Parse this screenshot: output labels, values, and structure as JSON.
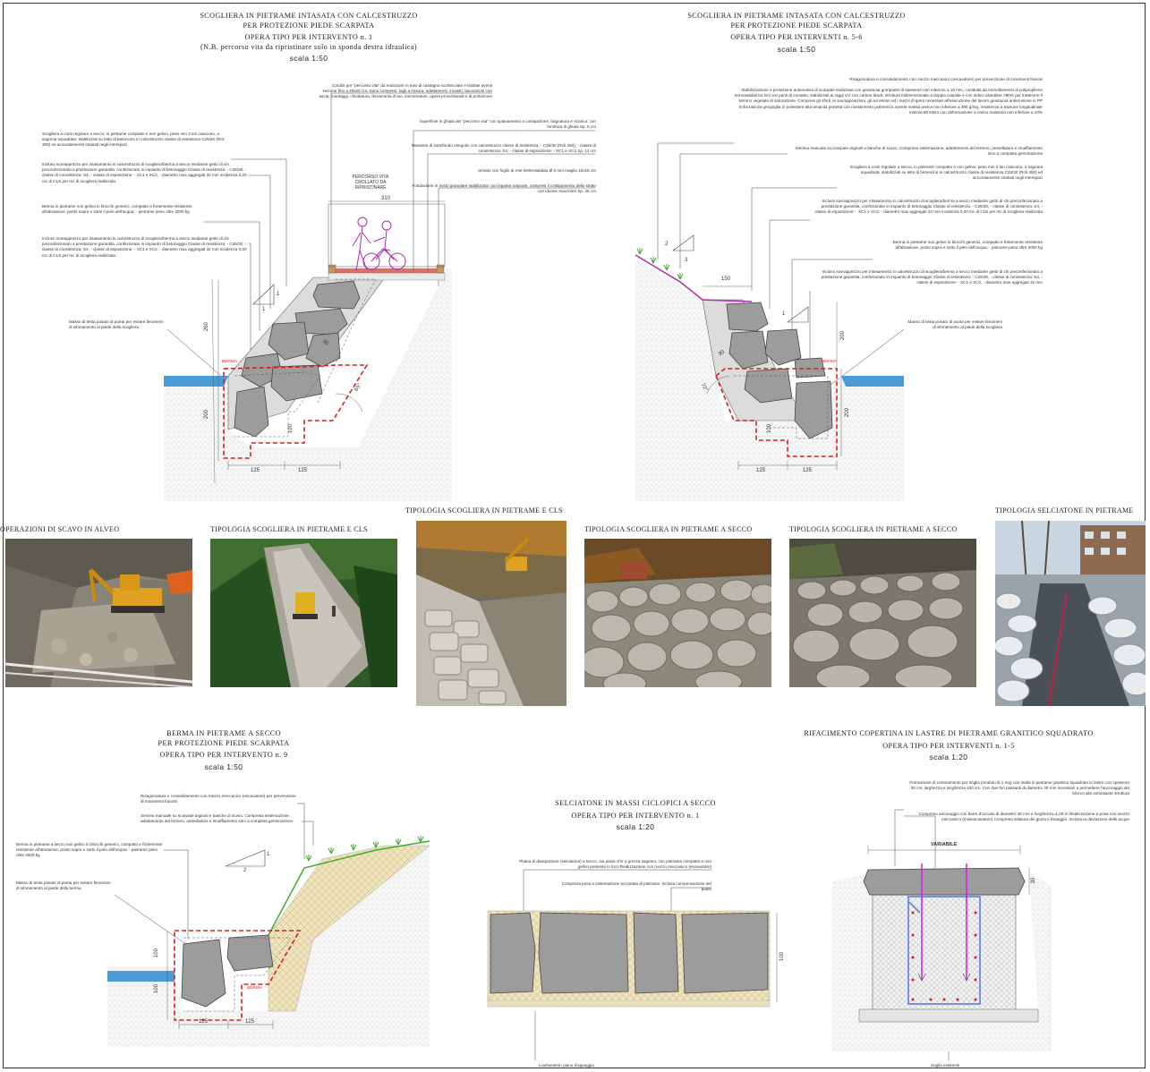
{
  "drawings": {
    "d1": {
      "title1": "SCOGLIERA IN PIETRAME INTASATA CON CALCESTRUZZO",
      "title2": "PER PROTEZIONE PIEDE SCARPATA",
      "title3": "OPERA TIPO PER INTERVENTO n. 1",
      "title4": "(N.B. percorso vita da ripristinare solo in sponda destra idraulica)",
      "scale": "scala 1:50",
      "notes": [
        "Scogliera a corsi regolare a secco, in pietrame compatto e non gelivo, peso min 3 ton ciascuno, a sagoma squadrata, stabilizzati su letto di betoncino in calcestruzzo classe di resistenza C25/30 (Rck 300) ed accuratamente intasati negli interspazi",
        "Incluso sovrapprezzo per intasamento in calcestruzzo di scogliera/berma a secco mediante getto di cls preconfezionato a prestazione garantita, confezionato in impianto di betonaggio Classe di resistenza: - C25/30, - classe di consistenza: S4, - classe di esposizione: - XC1 e XC2, - diametro max aggregati 32 mm incidenza 0,20 mc di CLS per mc di scogliera realizzata",
        "Berma in pietrame non gelivo in blocchi generici, compatto e fortemente resistente all'abrasione, posto sopra e sotto il pelo dell'acqua: - pietrame peso oltre 2000 kg",
        "Incluso sovrapprezzo per intasamento in calcestruzzo di scogliera/berma a secco mediante getto di cls preconfezionato a prestazione garantita, confezionato in impianto di betonaggio Classe di resistenza: - C25/30, - classe di consistenza: S4, - classe di esposizione: - XC1 e XC2, - diametro max aggregati 32 mm incidenza 0,20 mc di CLS per mc di scogliera realizzata",
        "Cordoli per \"percorso vita\" da realizzare in travi di castagno scortecciate e trattate aventi sezione fino a 20x25 cm. Sono compresi: tagli a misura, adattamenti, incastri, lavorazioni con ascia, montaggi, chiodatura, ferramenta d'uso, immorsature, opere provvisionali e di protezione",
        "Superficie in ghiaia del \"percorso vita\" con spianamento e costipazione, bagnatura e ricarica; con fornitura di ghiaia Sp. 5 cm",
        "Massetto di sottofondo eseguito con calcestruzzo classe di resistenza: - C25/30 (Rck 250), - classe di consistenza: S4, - classe di esposizione: - XC1 e XC2 Sp. 12 cm",
        "armato con foglio di rete elettrosaldata Ø 8 mm maglia 15x15 cm",
        "Fondazione in misto granulare stabilizzato con legante naturale, compresi il costipamento dello strato con idonee macchine Sp. 25 cm",
        "Masso di testa posato di punta per evitare fenomeni di sifonamento al piede della scogliera"
      ],
      "labels": {
        "path": "PERCORSO VITA CROLLATO DA RIPRISTINARE",
        "width": "310",
        "berma": "BERMA",
        "d260": "260",
        "d200": "200",
        "d30": "30",
        "d100": "100",
        "d125a": "125",
        "d125b": "125",
        "angle": "65°",
        "slope1": "1",
        "slope2": "1"
      }
    },
    "d2": {
      "title1": "SCOGLIERA IN PIETRAME INTASATA CON CALCESTRUZZO",
      "title2": "PER PROTEZIONE PIEDE SCARPATA",
      "title3": "OPERA TIPO PER INTERVENTI n. 5-6",
      "scale": "scala 1:50",
      "notes": [
        "Risagomatura e consolidamento con mezzo meccanico (escavatore) per prevenzione di movimenti franosi",
        "Stabilizzazione e protezione antierosiva di scarpate realizzata con geostuoia grimpante di spessore non inferiore a 15 mm, costituita da monofilamenti di polipropilene termosaldati tra loro nei punti di contatto, stabilizzati ai raggi UV con carbon black; struttura tridimensionale a doppia cuspide e con indice alveolare >90% per trattenere il terreno vegetale di saturazione. Compresi gli sfridi, le sovrapposizioni, gli accessori ed i mezzi d'opera necessari all'esecuzione del lavoro geostuoia antierosione in PP rinforzata da geogriglia in poliestere alta tenacità protetta con rivestimento polimerico avente massa areica non inferiore a 490 g/mq, resistenza a trazione longitudinale minima 80 kN/m con deformazione a carico massimo non inferiore a 10%",
        "Semina manuale su scarpate arginali e banche di scavo. Compresa sistemazione, adattamento del terreno, rastrellatura e innaffiamento sino a completa germinazione",
        "Scogliera a corsi regolare a secco, in pietrame compatto e non gelivo, peso min 3 ton ciascuno, a sagoma squadrata, stabilizzati su letto di betoncino in calcestruzzo classe di resistenza C25/30 (Rck 300) ed accuratamente intasati negli interspazi",
        "Incluso sovrapprezzo per intasamento in calcestruzzo di scogliera/berma a secco mediante getto di cls preconfezionato a prestazione garantita, confezionato in impianto di betonaggio Classe di resistenza: - C25/30, - classe di consistenza: S4, - classe di esposizione: - XC1 e XC2, - diametro max aggregati 32 mm incidenza 0,20 mc di CLS per mc di scogliera realizzata",
        "Berma in pietrame non gelivo in blocchi generici, compatto e fortemente resistente all'abrasione, posto sopra e sotto il pelo dell'acqua: - pietrame peso oltre 2000 kg",
        "Incluso sovrapprezzo per intasamento in calcestruzzo di scogliera/berma a secco mediante getto di cls preconfezionato a prestazione garantita, confezionato in impianto di betonaggio Classe di resistenza: - C25/30, - classe di consistenza: S4, - classe di esposizione: - XC1 e XC2, - diametro max aggregati 32 mm",
        "Masso di testa posato di punta per evitare fenomeni di sifonamento al piede della scogliera"
      ],
      "labels": {
        "d150": "150",
        "d200a": "200",
        "d200b": "200",
        "d30": "30",
        "d100": "100",
        "d125a": "125",
        "d125b": "125",
        "angle": "72°",
        "berma": "BERMA",
        "slope2": "2",
        "slope3": "3",
        "slope1": "1"
      }
    },
    "d3": {
      "title1": "BERMA IN PIETRAME A SECCO",
      "title2": "PER PROTEZIONE PIEDE SCARPATA",
      "title3": "OPERA TIPO PER INTERVENTO n. 9",
      "scale": "scala 1:50",
      "notes": [
        "Risagomatura e consolidamento con mezzo meccanico (escavatore) per prevenzione di movimenti franosi",
        "Semina manuale su scarpate arginali e banche di scavo. Compresa sistemazione, adattamento del terreno, rastrellatura e innaffiamento sino a completa germinazione",
        "Berma in pietrame a secco non gelivo in blocchi generici, compatto e fortemente resistente all'abrasione, posto sopra e sotto il pelo dell'acqua: - pietrame peso oltre 2000 kg",
        "Masso di testa posato di punta per evitare fenomeni di sifonamento al piede della berma"
      ],
      "labels": {
        "slope1": "1",
        "slope2": "2",
        "d100a": "100",
        "d100b": "100",
        "d125a": "125",
        "d125b": "125",
        "berma": "BERMA"
      }
    },
    "d4": {
      "title1": "SELCIATONE IN MASSI CICLOPICI A SECCO",
      "title2": "OPERA TIPO PER INTERVENTO n. 1",
      "scale": "scala 1:20",
      "notes": [
        "Platea di dissipazione (selciatone) a secco, sia piane che a grezza sagoma, con pietrame compatto e non gelivo presente in loco Realizzazione con mezzo meccanico (escavatore)",
        "Compresa posa e sistemazione accostata di pietrame. Inclusa compensazione del piano",
        "Livellamento piano d'appoggio"
      ],
      "labels": {
        "d100": "100"
      }
    },
    "d5": {
      "title1": "RIFACIMENTO COPERTINA IN LASTRE DI PIETRAME GRANITICO SQUADRATO",
      "title2": "OPERA TIPO PER INTERVENTI n. 1-5",
      "scale": "scala 1:20",
      "notes": [
        "Formazione di coronamento per soglia (modulo di 1 mq) con malta in pietrame granitico squadrato in lastre con spessore 30 cm, larghezza e lunghezza 100 cm. Con due fori passanti di diametro 30 mm necessari a permettere l'ancoraggio del blocco alla sottostante struttura",
        "Compreso ancoraggio con barre d'acciaio di diametro 26 mm e lunghezza=1,00 m Realizzazione e posa con mezzo meccanico (miniescavatore) Compresa stilatura dei giunti e fissaggio. Inclusa la deviazione delle acque",
        "Soglia esistente"
      ],
      "labels": {
        "variabile": "VARIABILE",
        "d30": "30"
      }
    }
  },
  "photos": [
    {
      "title": "OPERAZIONI DI SCAVO IN ALVEO"
    },
    {
      "title": "TIPOLOGIA SCOGLIERA IN PIETRAME E CLS"
    },
    {
      "title": "TIPOLOGIA SCOGLIERA IN PIETRAME E CLS"
    },
    {
      "title": "TIPOLOGIA SCOGLIERA IN PIETRAME A SECCO"
    },
    {
      "title": "TIPOLOGIA SCOGLIERA IN PIETRAME A SECCO"
    },
    {
      "title": "TIPOLOGIA SELCIATONE IN PIETRAME"
    }
  ],
  "colors": {
    "stone": "#9c9c9c",
    "concrete": "#d9d9d9",
    "redDash": "#d42020",
    "water": "#4a9bd6",
    "grass": "#3fae2a",
    "purple": "#b02bb0",
    "rebar": "#e020e0",
    "gravel": "#e8dcb0"
  }
}
